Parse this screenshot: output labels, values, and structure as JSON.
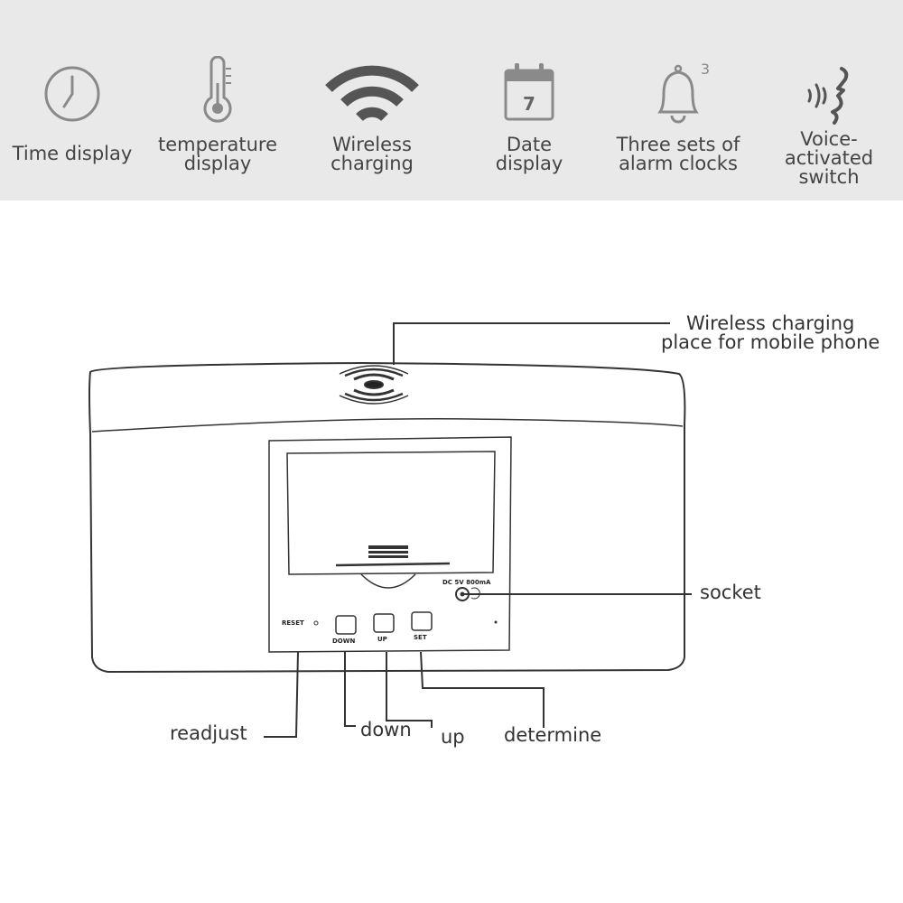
{
  "features": [
    {
      "id": "time",
      "icon": "clock-icon",
      "lines": [
        "Time display"
      ]
    },
    {
      "id": "temperature",
      "icon": "thermometer-icon",
      "lines": [
        "temperature",
        "display"
      ]
    },
    {
      "id": "wireless",
      "icon": "wireless-charging-icon",
      "lines": [
        "Wireless",
        "charging"
      ]
    },
    {
      "id": "date",
      "icon": "calendar-icon",
      "lines": [
        "Date",
        "display"
      ],
      "calendar_day": "7"
    },
    {
      "id": "alarms",
      "icon": "bell-icon",
      "lines": [
        "Three sets of",
        "alarm clocks"
      ],
      "alarm_count": "3"
    },
    {
      "id": "voice",
      "icon": "voice-icon",
      "lines": [
        "Voice-",
        "activated",
        "switch"
      ]
    }
  ],
  "callouts": {
    "wireless_place": [
      "Wireless charging",
      "place for mobile phone"
    ],
    "socket": "socket",
    "readjust": "readjust",
    "down": "down",
    "up": "up",
    "determine": "determine"
  },
  "device_labels": {
    "power": "DC 5V  800mA",
    "reset": "RESET",
    "down": "DOWN",
    "up": "UP",
    "set": "SET"
  },
  "colors": {
    "banner_bg": "#e9e9e9",
    "icon": "#8a8a8a",
    "line": "#333333"
  }
}
